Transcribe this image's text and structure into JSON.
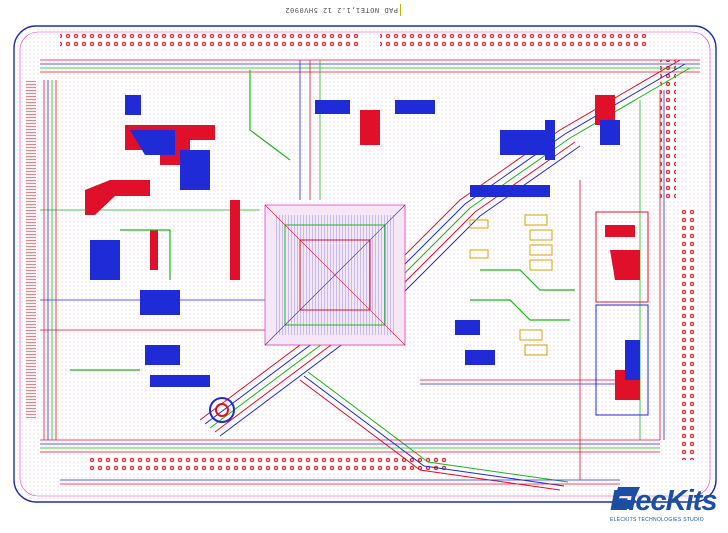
{
  "board": {
    "mirrored_label": "PAD NOTE1,1.2 12 5HV0902",
    "colors": {
      "outline": "#1b2fb0",
      "top_copper": "#e0102a",
      "bottom_copper": "#1f2bd6",
      "inner_green": "#18b818",
      "silkscreen": "#d9a500",
      "pad_dots": "#c8c8c8",
      "keepout_magenta": "#e040c0"
    }
  },
  "logo": {
    "name": "ElecKits",
    "tagline": "ELECKITS TECHNOLOGIES STUDIO",
    "color": "#1b4fa3"
  }
}
